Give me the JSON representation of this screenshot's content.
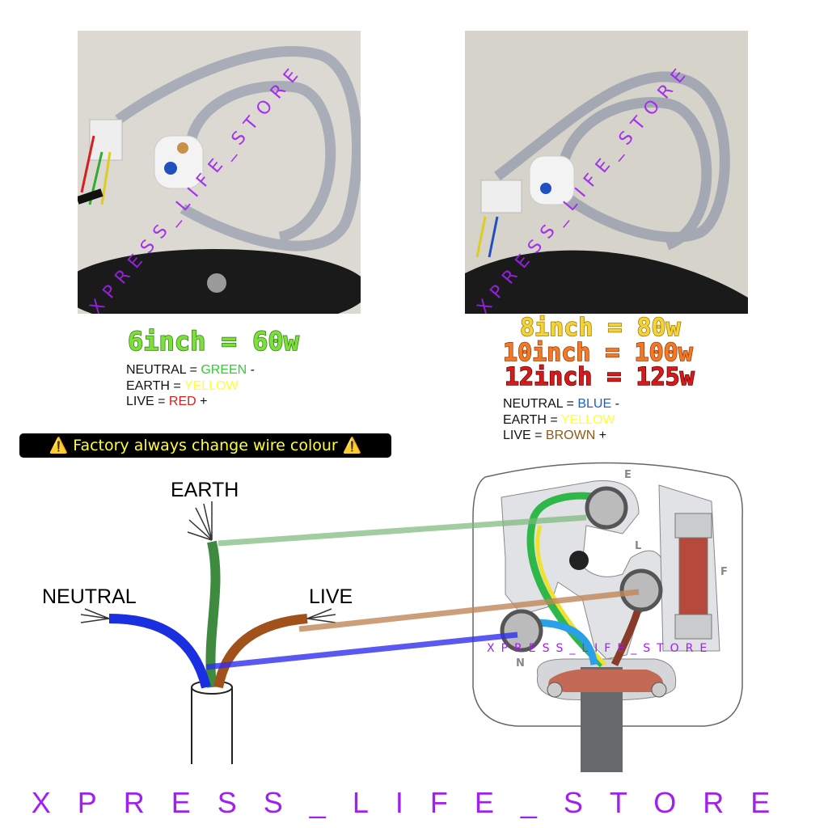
{
  "photo_left": {
    "watermark": "XPRESS_LIFE_STORE"
  },
  "photo_right": {
    "watermark": "XPRESS_LIFE_STORE"
  },
  "left_spec": {
    "size_power": "6inch = 60w",
    "neutral_label": "NEUTRAL = ",
    "neutral_color": "GREEN",
    "neutral_sign": " -",
    "earth_label": "EARTH = ",
    "earth_color": "YELLOW",
    "live_label": "LIVE = ",
    "live_color": "RED",
    "live_sign": " +"
  },
  "right_spec": {
    "sizes": [
      "8inch = 80w",
      "10inch = 100w",
      "12inch = 125w"
    ],
    "neutral_label": "NEUTRAL = ",
    "neutral_color": "BLUE",
    "neutral_sign": " -",
    "earth_label": "EARTH = ",
    "earth_color": "YELLOW",
    "live_label": "LIVE = ",
    "live_color": "BROWN",
    "live_sign": " +"
  },
  "warning": {
    "icon": "warning-icon",
    "text": "Factory always change wire colour"
  },
  "diagram": {
    "earth": "EARTH",
    "neutral": "NEUTRAL",
    "live": "LIVE",
    "plug_labels": {
      "e": "E",
      "l": "L",
      "n": "N",
      "f": "F"
    },
    "watermark": "XPRESS_LIFE_STORE"
  },
  "footer": "XPRESS_LIFE_STORE",
  "colors": {
    "watermark": "#a020f0",
    "green": "#33cc33",
    "yellow": "#ffff33",
    "red": "#d42020",
    "blue": "#1a5fd0",
    "brown": "#8b5a1a"
  }
}
